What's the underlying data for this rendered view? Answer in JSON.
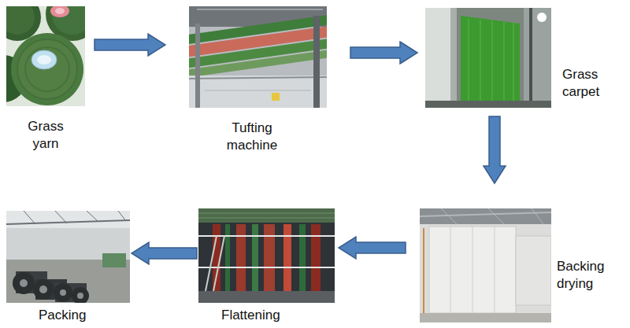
{
  "diagram": {
    "nodes": [
      {
        "text": [
          "Grass yarn"
        ]
      },
      {
        "text": [
          "Tufting machine"
        ]
      },
      {
        "text": [
          "Grass carpet"
        ]
      },
      {
        "text": [
          "Backing drying"
        ]
      },
      {
        "text": [
          "Flattening"
        ]
      },
      {
        "text": [
          "Packing"
        ]
      }
    ],
    "edges": [
      {
        "from": 0,
        "to": 1,
        "arrow": "to"
      },
      {
        "from": 1,
        "to": 2,
        "arrow": "to"
      },
      {
        "from": 2,
        "to": 3,
        "arrow": "to"
      },
      {
        "from": 3,
        "to": 4,
        "arrow": "to"
      },
      {
        "from": 4,
        "to": 5,
        "arrow": "to"
      }
    ]
  }
}
